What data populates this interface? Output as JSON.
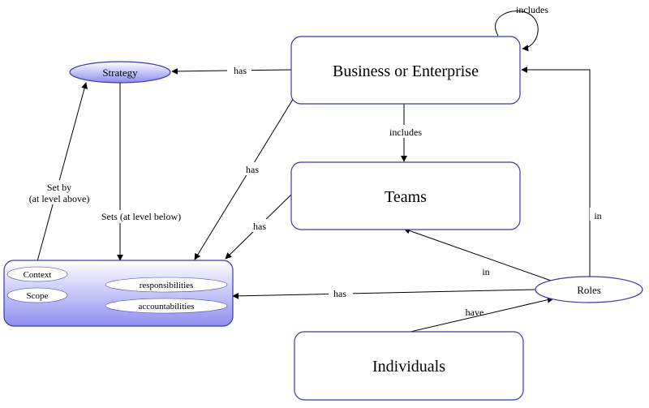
{
  "nodes": {
    "business": "Business or Enterprise",
    "teams": "Teams",
    "individuals": "Individuals",
    "strategy": "Strategy",
    "roles": "Roles",
    "context": "Context",
    "scope": "Scope",
    "responsibilities": "responsibilities",
    "accountabilities": "accountabilities"
  },
  "edges": {
    "business_includes_self": "includes",
    "business_has_strategy": "has",
    "business_includes_teams": "includes",
    "business_has_context": "has",
    "teams_has_context": "has",
    "roles_has_context": "has",
    "roles_in_teams": "in",
    "roles_in_business": "in",
    "individuals_have_roles": "have",
    "context_setby_strategy_1": "Set by",
    "context_setby_strategy_2": "(at level above)",
    "strategy_sets_context": "Sets (at level below)"
  },
  "colors": {
    "node_border": "#3a3aa8",
    "context_gradient_top": "#ffffff",
    "context_gradient_bottom": "#8e8ef0",
    "strategy_gradient_top": "#ffffff",
    "strategy_gradient_bottom": "#8c8cf0"
  }
}
